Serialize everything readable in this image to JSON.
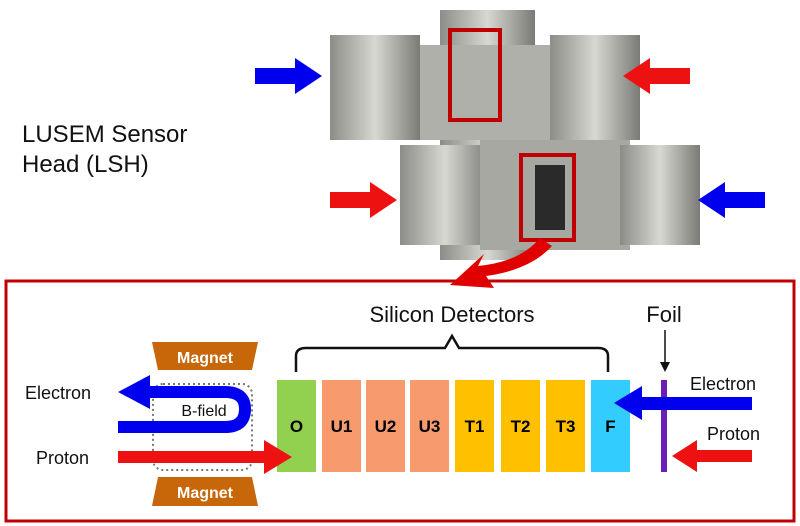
{
  "title": "LUSEM Sensor Head (LSH)",
  "title_lines": [
    "LUSEM Sensor",
    "Head (LSH)"
  ],
  "detector_group_label": "Silicon Detectors",
  "foil_label": "Foil",
  "magnet_labels": [
    "Magnet",
    "Magnet"
  ],
  "bfield_label": "B-field",
  "left_labels": {
    "electron": "Electron",
    "proton": "Proton"
  },
  "right_labels": {
    "electron": "Electron",
    "proton": "Proton"
  },
  "detectors": [
    {
      "label": "O",
      "color": "#92d050"
    },
    {
      "label": "U1",
      "color": "#f79b6e"
    },
    {
      "label": "U2",
      "color": "#f79b6e"
    },
    {
      "label": "U3",
      "color": "#f79b6e"
    },
    {
      "label": "T1",
      "color": "#ffc000"
    },
    {
      "label": "T2",
      "color": "#ffc000"
    },
    {
      "label": "T3",
      "color": "#ffc000"
    },
    {
      "label": "F",
      "color": "#33ccff"
    }
  ],
  "colors": {
    "electron": "#0000ee",
    "proton": "#ee1111",
    "magnet": "#c8660a",
    "foil": "#6a1fb5",
    "frame": "#c00000"
  }
}
